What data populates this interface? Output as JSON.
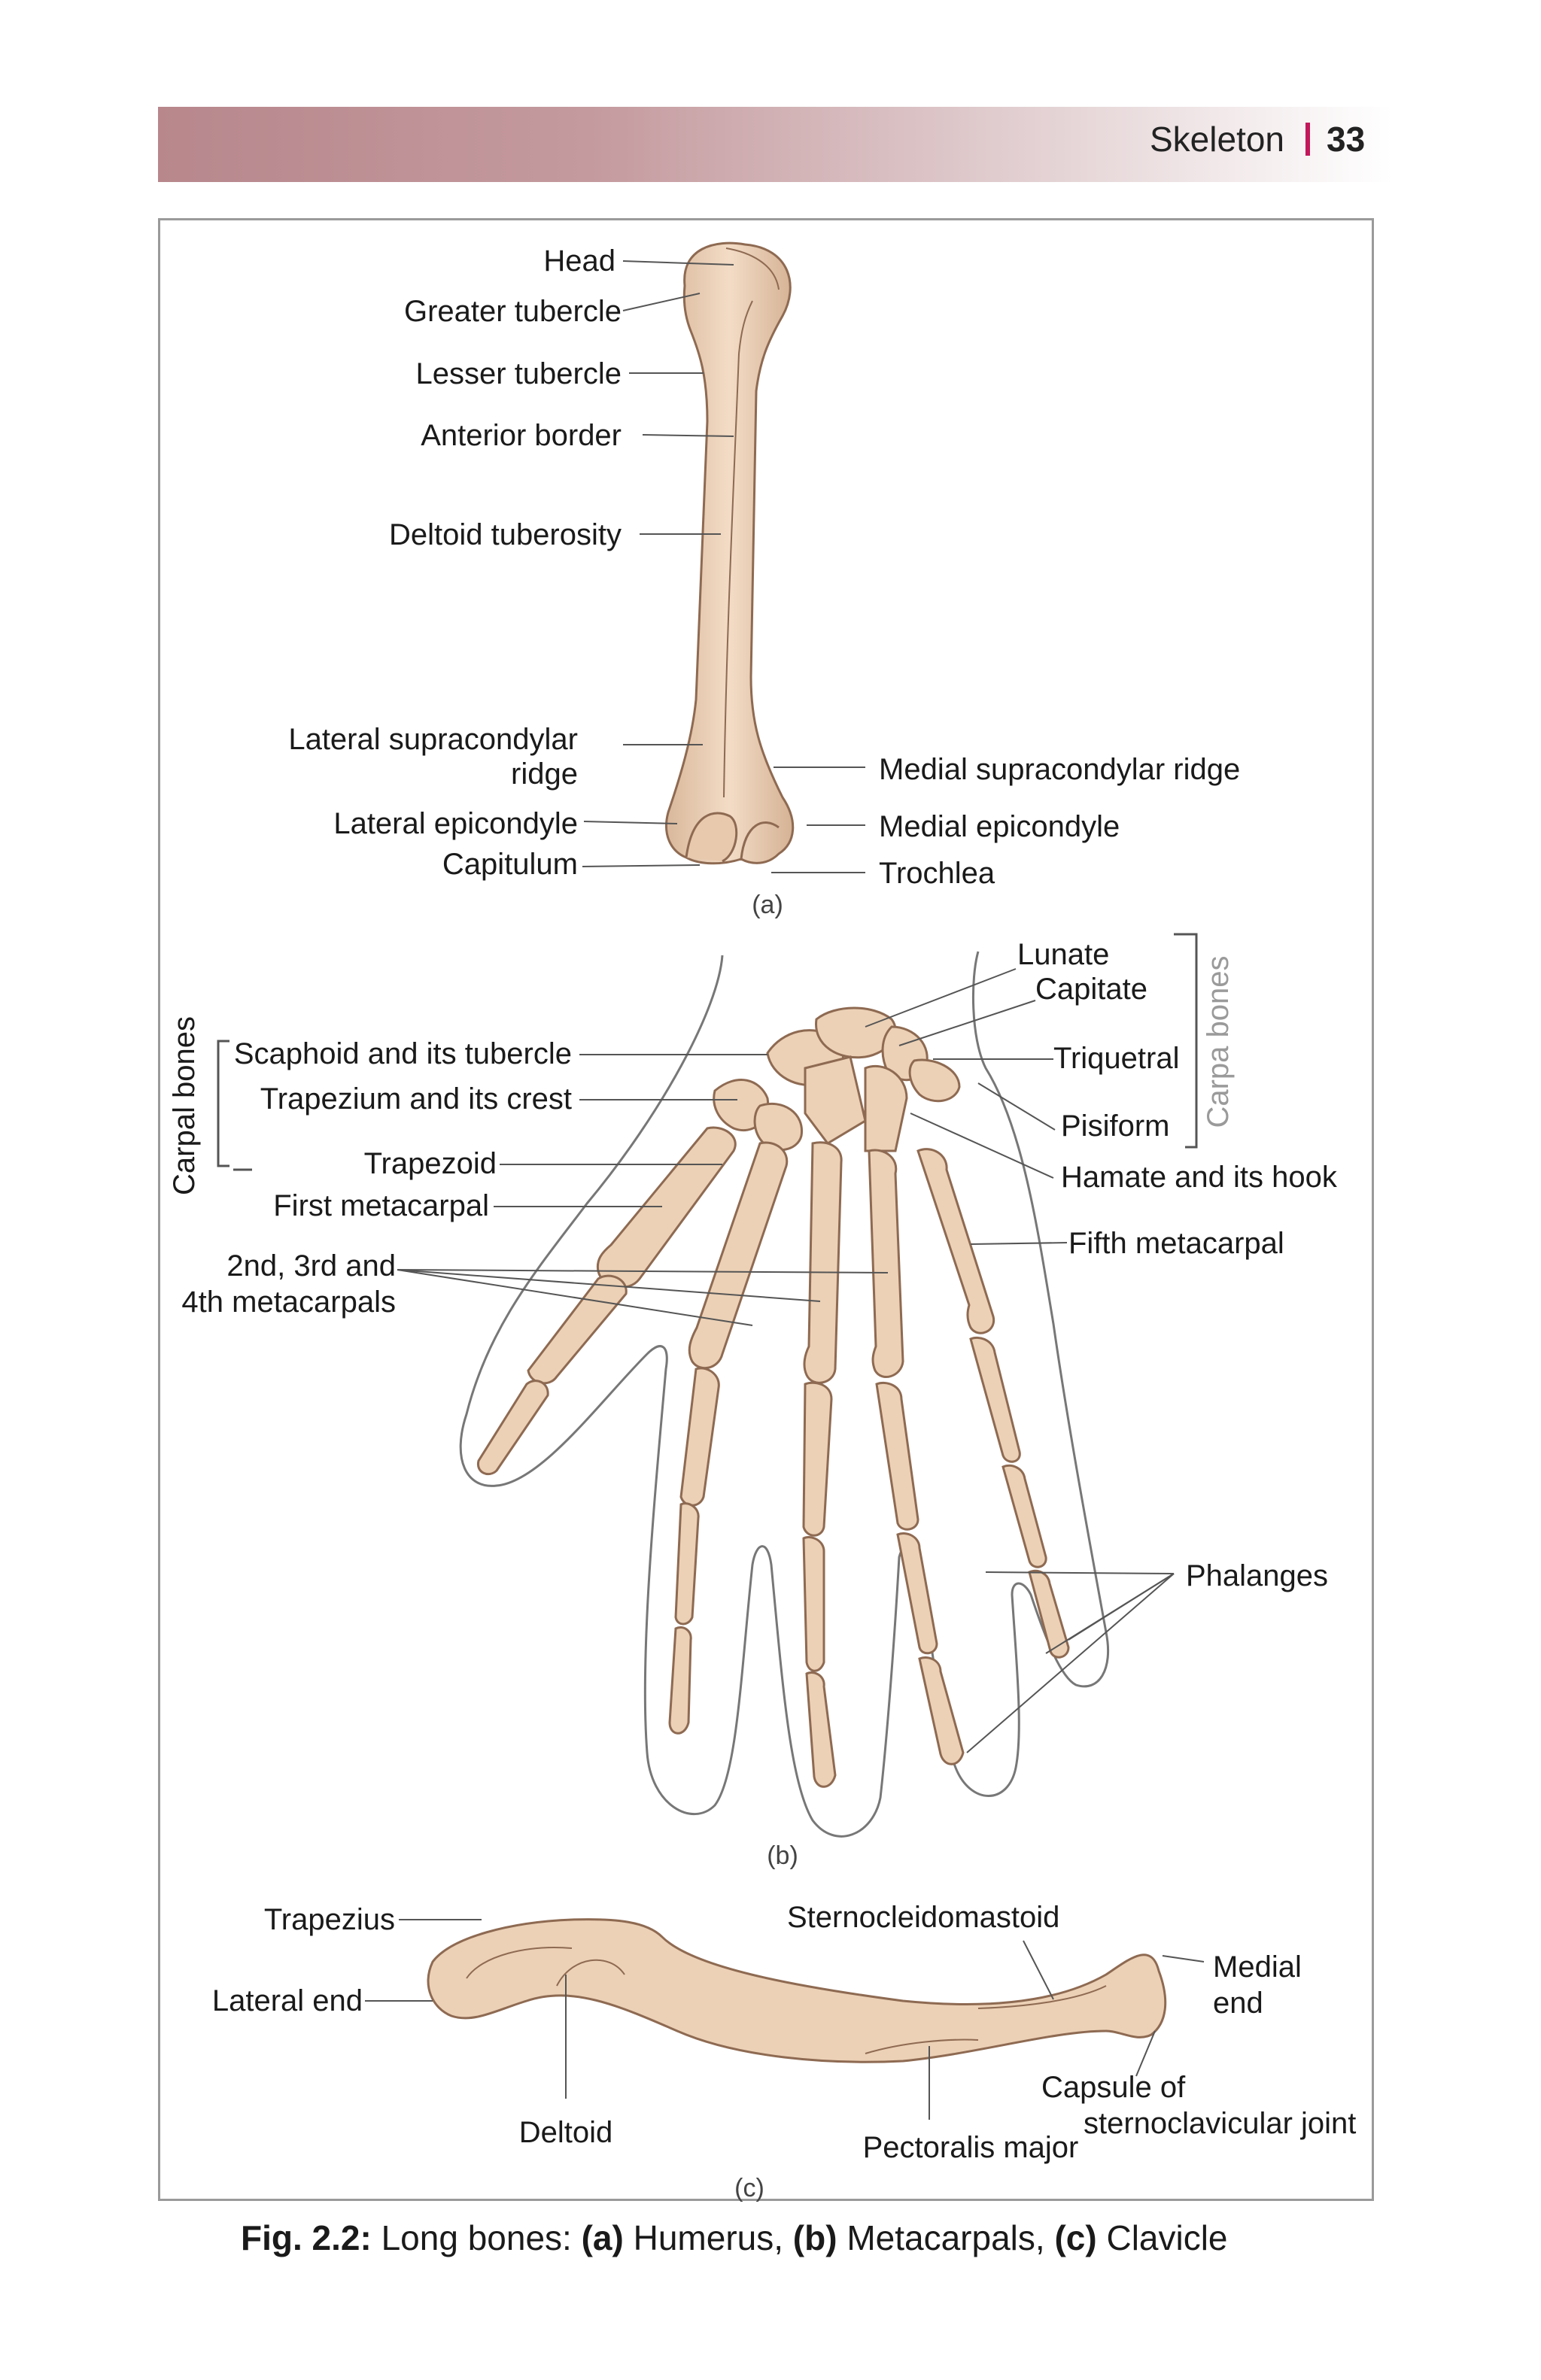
{
  "header": {
    "section": "Skeleton",
    "page_number": "33"
  },
  "humerus": {
    "subpanel": "(a)",
    "labels": {
      "head": "Head",
      "greater_tubercle": "Greater tubercle",
      "lesser_tubercle": "Lesser tubercle",
      "anterior_border": "Anterior border",
      "deltoid_tuberosity": "Deltoid tuberosity",
      "lateral_supracondylar_1": "Lateral supracondylar",
      "lateral_supracondylar_2": "ridge",
      "lateral_epicondyle": "Lateral epicondyle",
      "capitulum": "Capitulum",
      "medial_supracondylar": "Medial supracondylar ridge",
      "medial_epicondyle": "Medial epicondyle",
      "trochlea": "Trochlea"
    }
  },
  "hand": {
    "subpanel": "(b)",
    "labels": {
      "carpal_bones_left": "Carpal bones",
      "carpal_bones_right": "Carpa bones",
      "scaphoid": "Scaphoid and its tubercle",
      "trapezium": "Trapezium and its crest",
      "trapezoid": "Trapezoid",
      "first_metacarpal": "First metacarpal",
      "metacarpals_1": "2nd, 3rd and",
      "metacarpals_2": "4th metacarpals",
      "lunate": "Lunate",
      "capitate": "Capitate",
      "triquetral": "Triquetral",
      "pisiform": "Pisiform",
      "hamate": "Hamate and its hook",
      "fifth_metacarpal": "Fifth metacarpal",
      "phalanges": "Phalanges"
    }
  },
  "clavicle": {
    "subpanel": "(c)",
    "labels": {
      "trapezius": "Trapezius",
      "lateral_end": "Lateral end",
      "deltoid": "Deltoid",
      "sternocleidomastoid": "Sternocleidomastoid",
      "medial_end_1": "Medial",
      "medial_end_2": "end",
      "capsule_1": "Capsule of",
      "capsule_2": "sternoclavicular joint",
      "pectoralis": "Pectoralis major"
    }
  },
  "caption": {
    "fig": "Fig. 2.2:",
    "text1": " Long bones: ",
    "a": "(a)",
    "text2": " Humerus, ",
    "b": "(b)",
    "text3": " Metacarpals, ",
    "c": "(c)",
    "text4": " Clavicle"
  },
  "colors": {
    "bone_fill": "#ecd1b6",
    "bone_stroke": "#8e6a52",
    "skin_line": "#777777",
    "leader": "#555555",
    "accent": "#c2185b"
  }
}
